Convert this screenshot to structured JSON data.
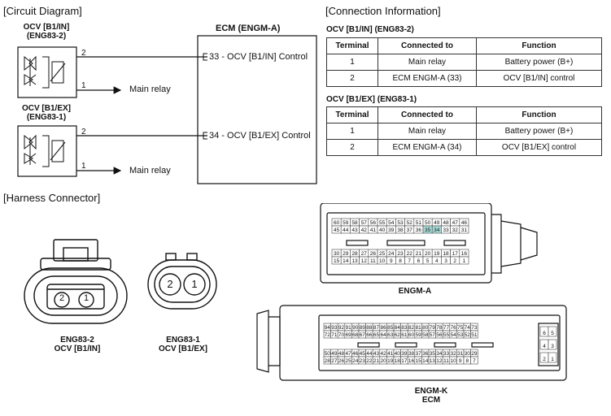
{
  "circuit": {
    "section_title": "[Circuit Diagram]",
    "ocv_in_title": "OCV [B1/IN]",
    "ocv_in_sub": "(ENG83-2)",
    "ocv_ex_title": "OCV [B1/EX]",
    "ocv_ex_sub": "(ENG83-1)",
    "ecm_title": "ECM (ENGM-A)",
    "ecm_line_33": "33 - OCV [B1/IN] Control",
    "ecm_line_34": "34 - OCV [B1/EX] Control",
    "pin_2": "2",
    "pin_1": "1",
    "main_relay": "Main relay"
  },
  "connection": {
    "section_title": "[Connection Information]",
    "headers": [
      "Terminal",
      "Connected to",
      "Function"
    ],
    "tables": [
      {
        "title": "OCV [B1/IN] (ENG83-2)",
        "rows": [
          [
            "1",
            "Main relay",
            "Battery power (B+)"
          ],
          [
            "2",
            "ECM ENGM-A (33)",
            "OCV [B1/IN] control"
          ]
        ]
      },
      {
        "title": "OCV [B1/EX] (ENG83-1)",
        "rows": [
          [
            "1",
            "Main relay",
            "Battery power (B+)"
          ],
          [
            "2",
            "ECM ENGM-A (34)",
            "OCV [B1/EX] control"
          ]
        ]
      }
    ]
  },
  "harness": {
    "section_title": "[Harness Connector]",
    "eng83_2_name": "ENG83-2",
    "eng83_2_sub": "OCV [B1/IN]",
    "eng83_1_name": "ENG83-1",
    "eng83_1_sub": "OCV [B1/EX]",
    "engm_a_name": "ENGM-A",
    "engm_k_name": "ENGM-K",
    "engm_k_sub": "ECM",
    "pin_2": "2",
    "pin_1": "1",
    "highlight_color": "#a8dcd8"
  }
}
